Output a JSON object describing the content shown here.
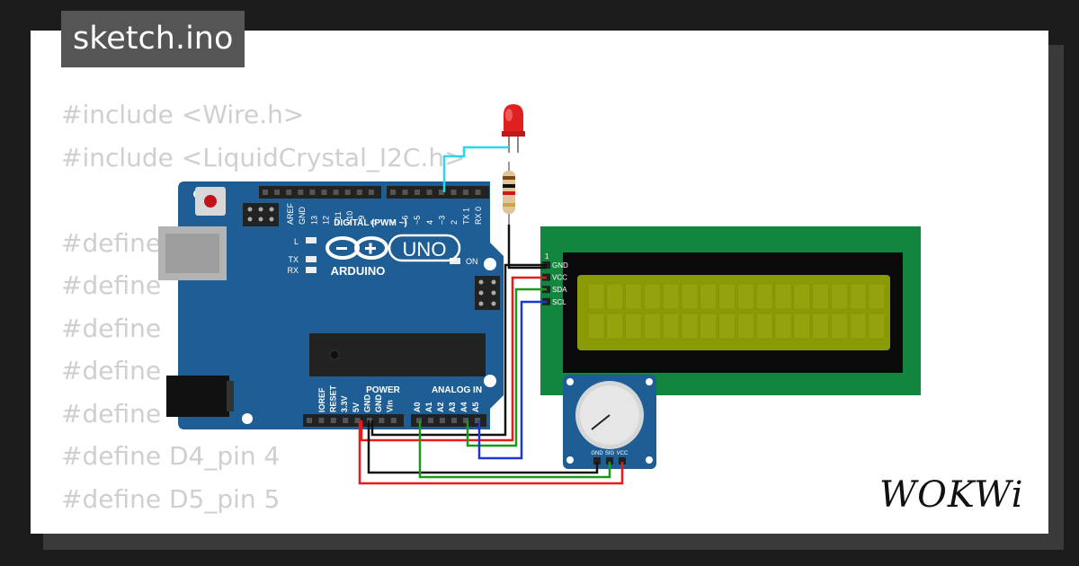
{
  "window": {
    "title": "sketch.ino"
  },
  "code_lines": [
    "#include <Wire.h>",
    "#include <LiquidCrystal_I2C.h>",
    "",
    "#define",
    "#define",
    "#define",
    "#define",
    "#define",
    "#define D4_pin 4",
    "#define D5_pin 5"
  ],
  "arduino": {
    "brand": "ARDUINO",
    "model": "UNO",
    "digital_header": "DIGITAL (PWM ~)",
    "digital_pins": [
      "AREF",
      "GND",
      "13",
      "12",
      "~11",
      "~10",
      "~9",
      "8",
      "7",
      "~6",
      "~5",
      "4",
      "~3",
      "2",
      "TX 1",
      "RX 0"
    ],
    "power_header": "POWER",
    "power_pins": [
      "IOREF",
      "RESET",
      "3.3V",
      "5V",
      "GND",
      "GND",
      "Vin"
    ],
    "analog_header": "ANALOG IN",
    "analog_pins": [
      "A0",
      "A1",
      "A2",
      "A3",
      "A4",
      "A5"
    ],
    "led_labels": {
      "l": "L",
      "tx": "TX",
      "rx": "RX",
      "on": "ON"
    }
  },
  "lcd": {
    "pin_number": "1",
    "pins": [
      "GND",
      "VCC",
      "SDA",
      "SCL"
    ]
  },
  "potentiometer": {
    "pins": [
      "GND",
      "SIG",
      "VCC"
    ]
  },
  "brand_logo": "WOKWi",
  "colors": {
    "board": "#1f5e94",
    "lcd_pcb": "#12853f",
    "lcd_screen": "#8a9a05",
    "wire_red": "#e61a1a",
    "wire_black": "#111111",
    "wire_green": "#1a9a1a",
    "wire_blue": "#1a37d4",
    "wire_cyan": "#2ad7e6",
    "code_text": "#cfcfcf"
  }
}
